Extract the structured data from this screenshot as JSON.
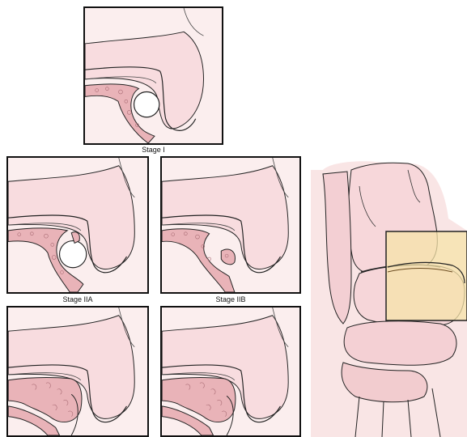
{
  "panels": [
    {
      "id": "stage-1",
      "caption": "Stage I"
    },
    {
      "id": "stage-2a",
      "caption": "Stage IIA"
    },
    {
      "id": "stage-2b",
      "caption": "Stage IIB"
    },
    {
      "id": "stage-3a",
      "caption": ""
    },
    {
      "id": "stage-3b",
      "caption": ""
    }
  ],
  "colors": {
    "bone": "#fbe9e9",
    "bone_edge": "#f3c9cc",
    "lesion": "#e9b3b8",
    "highlight": "#f6e3a8",
    "outline": "#111111"
  }
}
